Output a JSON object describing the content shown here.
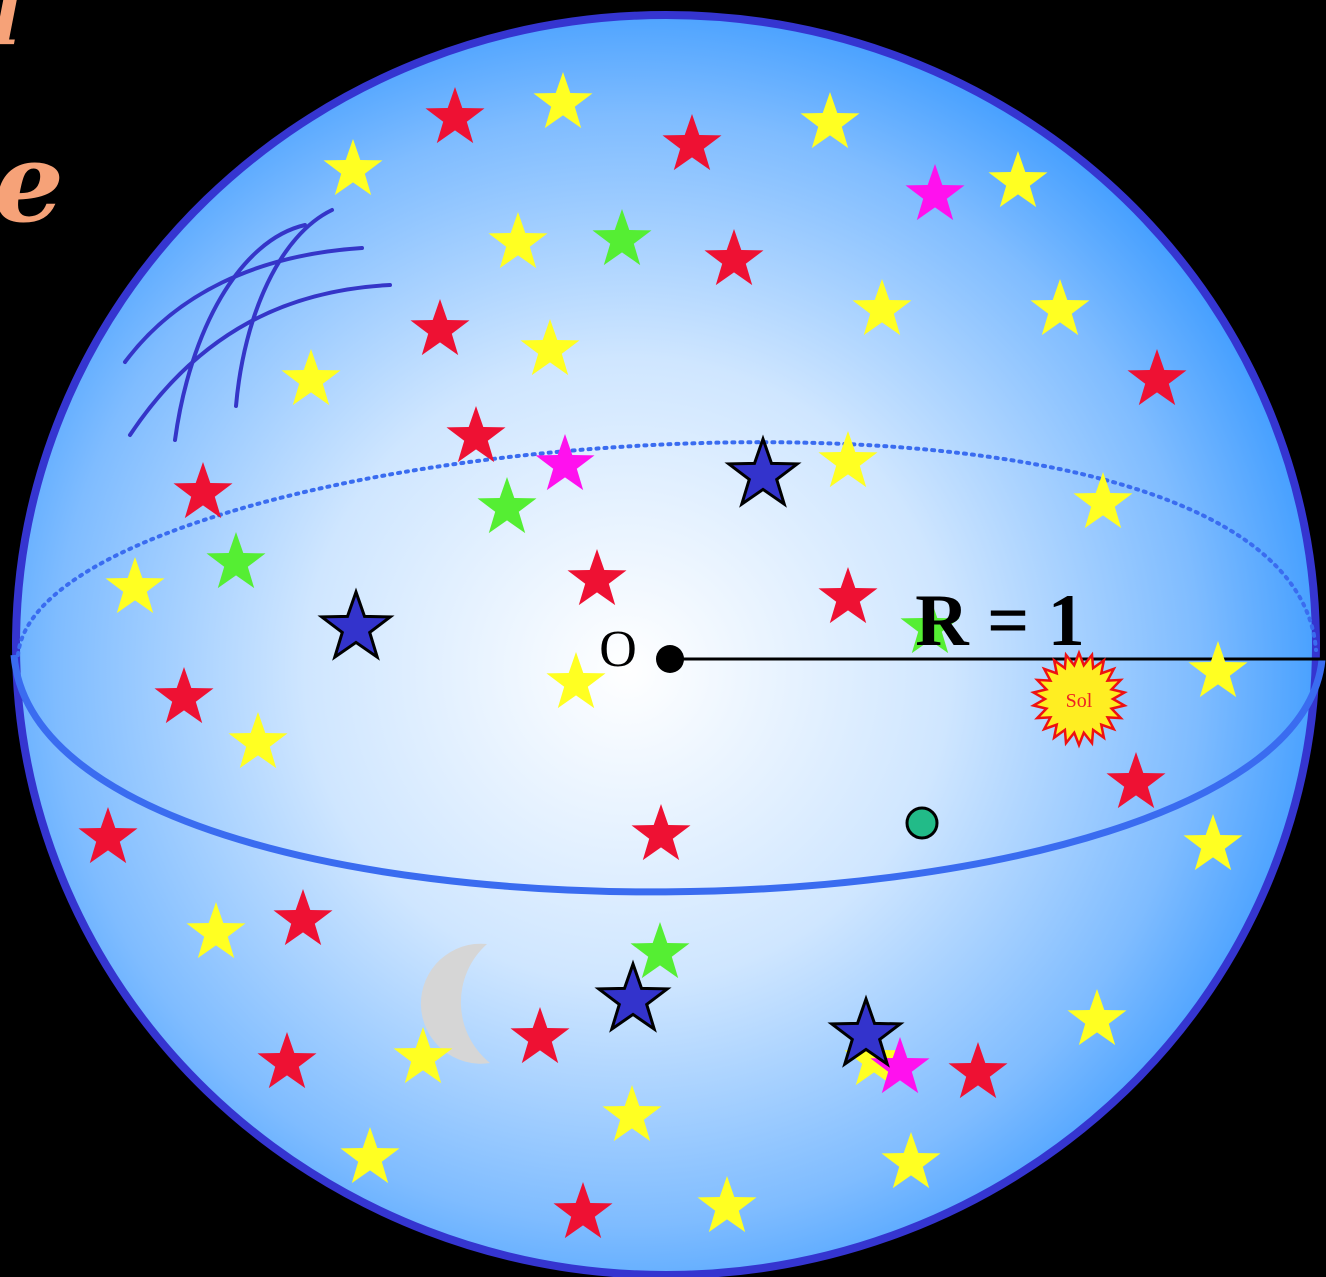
{
  "title_fragments": [
    "l",
    "e"
  ],
  "center_label": "O",
  "radius_label": "R = 1",
  "sun_label": "Sol",
  "colors": {
    "background": "#000000",
    "sphere_edge": "#3535d0",
    "sphere_light": "#ffffff",
    "sphere_dark": "#3d9bff",
    "equator": "#3a6cf0",
    "grid_lines": "#3535c8",
    "star_red": "#ee1133",
    "star_yellow": "#ffff22",
    "star_green": "#55ee33",
    "star_magenta": "#ff11ee",
    "star_blue": "#3333cc",
    "sun_fill": "#ffee22",
    "sun_stroke": "#ee1111",
    "moon": "#d6d6d6",
    "point_marker": "#22bb88",
    "title_gradient": "#f6a278"
  },
  "star_kinds": [
    "red",
    "yellow",
    "green",
    "magenta",
    "blue-outlined"
  ]
}
